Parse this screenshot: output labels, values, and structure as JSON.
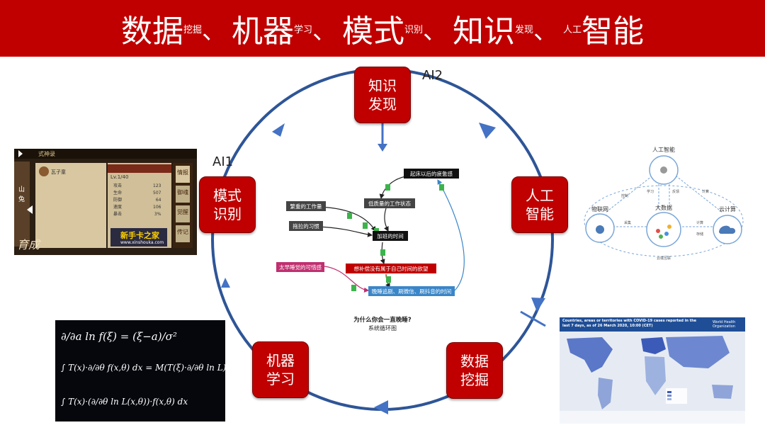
{
  "title": [
    {
      "big": "数据",
      "small": "挖掘"
    },
    {
      "big": "机器",
      "small": "学习"
    },
    {
      "big": "模式",
      "small": "识别"
    },
    {
      "big": "知识",
      "small": "发现"
    },
    {
      "pre_small": "人工",
      "big": "智能"
    }
  ],
  "title_separator": "、",
  "nodes": {
    "knowledge": "知识\n发现",
    "ai": "人工\n智能",
    "mining": "数据\n挖掘",
    "ml": "机器\n学习",
    "pattern": "模式\n识别"
  },
  "labels": {
    "ai2": "AI2",
    "ai1": "AI1"
  },
  "loop": {
    "boxes": {
      "wake": "起床以后的疲惫感",
      "low": "低质量的工作状态",
      "heavy": "繁重的工作量",
      "procrast": "拖拉的习惯",
      "overtime": "加班的时间",
      "desire": "想补偿没有属于自己时间的欲望",
      "pity": "太早睡觉的可惜感",
      "sleep": "晚睡追剧、刷微信、刷抖音的时间"
    },
    "caption1": "为什么你会一直晚睡?",
    "caption2": "系统循环图"
  },
  "bigdata": {
    "ai": "人工智能",
    "bigdata": "大数据",
    "iot": "物联网",
    "cloud": "云计算",
    "small": [
      "控制",
      "学习",
      "反馈",
      "计算",
      "采集",
      "计算",
      "存储",
      "云端互联"
    ]
  },
  "game": {
    "header": "式神录",
    "name": "瓦子童",
    "level": "Lv.1/40",
    "stats": [
      "攻击",
      "生命",
      "防御",
      "速度",
      "暴击"
    ],
    "values": [
      "123",
      "507",
      "64",
      "106",
      "3%"
    ],
    "tabs": [
      "情报",
      "御魂",
      "觉醒",
      "传记"
    ],
    "side1": "山",
    "side2": "兔",
    "logo": "育成",
    "watermark": "新手卡之家",
    "url": "www.xinshouka.com"
  },
  "map": {
    "title": "Countries, areas or territories with COVID-19 cases reported in the last 7 days,",
    "subtitle": "as of 26 March 2020, 10:00 (CET)",
    "who": "World Health Organization"
  },
  "formulas": [
    "∂/∂a ln f(ξ) = (ξ−a)/σ²",
    "∫ T(x)·∂/∂θ f(x,θ) dx = M(T(ξ)·∂/∂θ ln L)",
    "∫ T(x)·(∂/∂θ ln L(x,θ))·f(x,θ) dx"
  ],
  "colors": {
    "accent": "#c00000",
    "ring": "#2e5597",
    "arrow": "#4472c4"
  }
}
